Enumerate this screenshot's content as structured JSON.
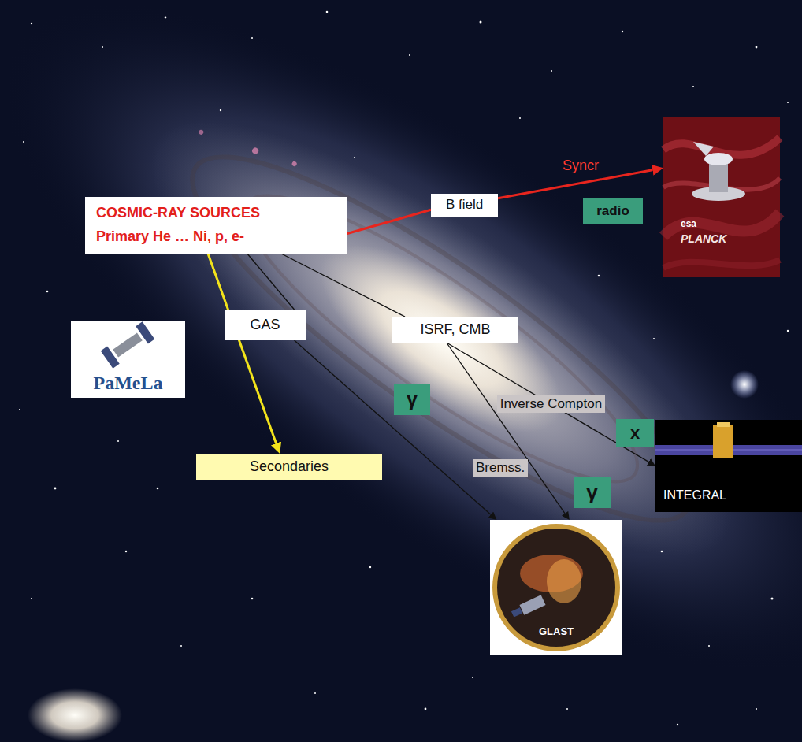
{
  "diagram": {
    "nodes": [
      {
        "text": [
          "COSMIC-RAY SOURCES",
          "Primary He … Ni, p, e-"
        ]
      },
      {
        "text": [
          "B field"
        ]
      },
      {
        "text": [
          "esa",
          "PLANCK"
        ]
      },
      {
        "text": [
          "radio"
        ]
      },
      {
        "text": [
          "PaMeLa"
        ]
      },
      {
        "text": [
          "GAS"
        ]
      },
      {
        "text": [
          "ISRF, CMB"
        ]
      },
      {
        "text": [
          "γ"
        ]
      },
      {
        "text": [
          "x"
        ]
      },
      {
        "text": [
          "INTEGRAL"
        ]
      },
      {
        "text": [
          "Secondaries"
        ]
      },
      {
        "text": [
          "γ"
        ]
      },
      {
        "text": [
          "GLAST"
        ]
      }
    ],
    "edges": [
      {
        "from": 0,
        "to": 1,
        "arrow": "none"
      },
      {
        "from": 1,
        "to": 2,
        "arrow": "to",
        "label": "Syncr"
      },
      {
        "from": 0,
        "to": 10,
        "arrow": "to"
      },
      {
        "from": 0,
        "to": 5,
        "arrow": "none"
      },
      {
        "from": 5,
        "to": 12,
        "arrow": "to"
      },
      {
        "from": 0,
        "to": 6,
        "arrow": "none"
      },
      {
        "from": 6,
        "to": 12,
        "arrow": "to"
      },
      {
        "from": 6,
        "to": 9,
        "arrow": "to",
        "label": "Inverse Compton"
      }
    ],
    "labels": [
      "Bremss."
    ]
  }
}
